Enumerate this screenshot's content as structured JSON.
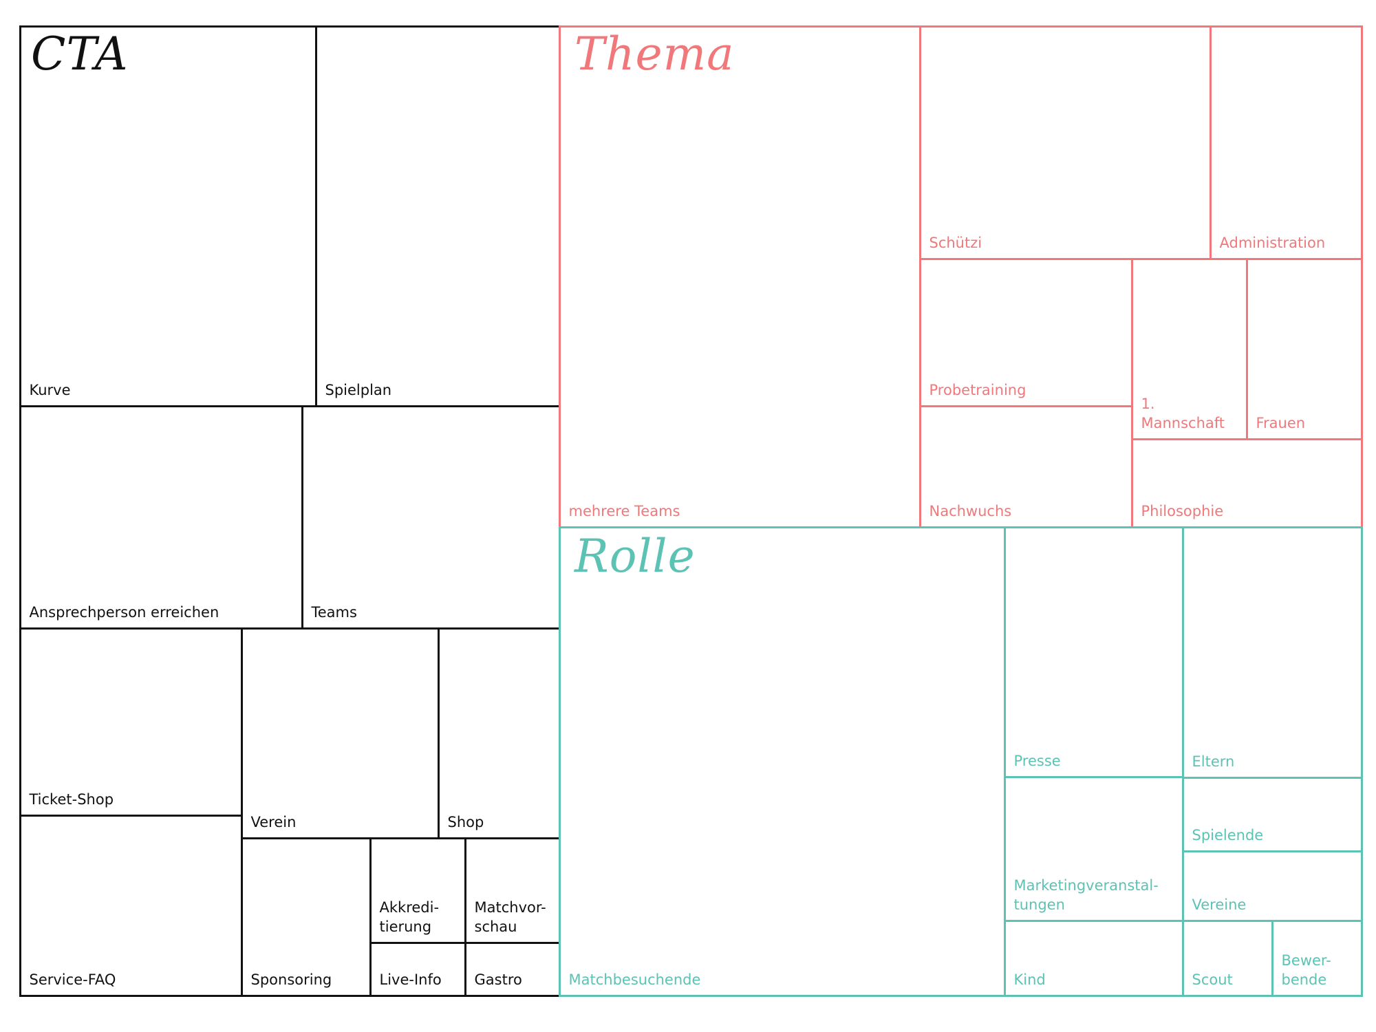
{
  "colors": {
    "cta": "#111111",
    "thema": "#f0787a",
    "rolle": "#5cc2b4"
  },
  "groups": [
    {
      "id": "cta",
      "title": "CTA",
      "cells": [
        {
          "id": "kurve",
          "label": "Kurve"
        },
        {
          "id": "spielplan",
          "label": "Spielplan"
        },
        {
          "id": "ansprechperson",
          "label": "Ansprechperson erreichen"
        },
        {
          "id": "teams",
          "label": "Teams"
        },
        {
          "id": "ticket-shop",
          "label": "Ticket-Shop"
        },
        {
          "id": "verein",
          "label": "Verein"
        },
        {
          "id": "shop",
          "label": "Shop"
        },
        {
          "id": "service-faq",
          "label": "Service-FAQ"
        },
        {
          "id": "sponsoring",
          "label": "Sponsoring"
        },
        {
          "id": "akkreditierung",
          "label": "Akkredi-\ntierung"
        },
        {
          "id": "matchvorschau",
          "label": "Matchvor-\nschau"
        },
        {
          "id": "live-info",
          "label": "Live-Info"
        },
        {
          "id": "gastro",
          "label": "Gastro"
        }
      ]
    },
    {
      "id": "thema",
      "title": "Thema",
      "cells": [
        {
          "id": "mehrere-teams",
          "label": "mehrere Teams"
        },
        {
          "id": "schuetzi",
          "label": "Schützi"
        },
        {
          "id": "administration",
          "label": "Administration"
        },
        {
          "id": "probetraining",
          "label": "Probetraining"
        },
        {
          "id": "erste-mannschaft",
          "label": "1. Mannschaft"
        },
        {
          "id": "frauen",
          "label": "Frauen"
        },
        {
          "id": "nachwuchs",
          "label": "Nachwuchs"
        },
        {
          "id": "philosophie",
          "label": "Philosophie"
        }
      ]
    },
    {
      "id": "rolle",
      "title": "Rolle",
      "cells": [
        {
          "id": "matchbesuchende",
          "label": "Matchbesuchende"
        },
        {
          "id": "presse",
          "label": "Presse"
        },
        {
          "id": "eltern",
          "label": "Eltern"
        },
        {
          "id": "marketing",
          "label": "Marketingveranstal-\ntungen"
        },
        {
          "id": "spielende",
          "label": "Spielende"
        },
        {
          "id": "vereine",
          "label": "Vereine"
        },
        {
          "id": "kind",
          "label": "Kind"
        },
        {
          "id": "scout",
          "label": "Scout"
        },
        {
          "id": "bewerbende",
          "label": "Bewer-\nbende"
        }
      ]
    }
  ]
}
